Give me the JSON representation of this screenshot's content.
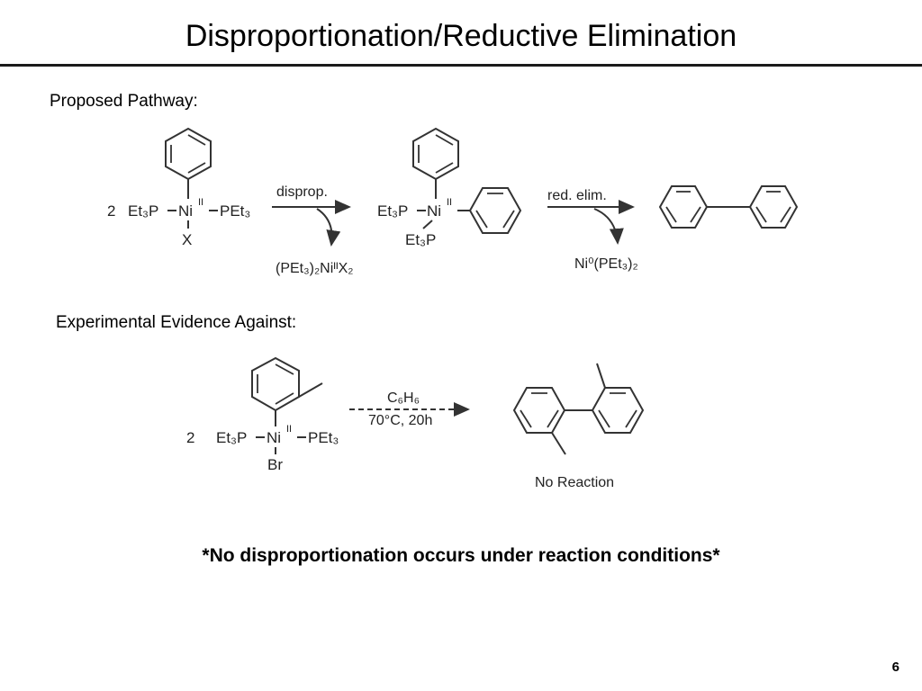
{
  "slide": {
    "title": "Disproportionation/Reductive Elimination",
    "page_number": "6",
    "conclusion": "*No disproportionation occurs under reaction conditions*"
  },
  "pathway": {
    "label": "Proposed Pathway:",
    "coefficient": "2",
    "left_ligand": "Et₃P",
    "metal": "Ni",
    "metal_oxidation": "II",
    "right_ligand": "PEt₃",
    "halide": "X",
    "step1_label": "disprop.",
    "step1_byproduct": "(PEt₃)₂NiᴵᴵX₂",
    "intermediate_ligand_left": "Et₃P",
    "intermediate_metal": "Ni",
    "intermediate_oxidation": "II",
    "intermediate_ligand_bottom": "Et₃P",
    "step2_label": "red. elim.",
    "step2_byproduct": "Ni⁰(PEt₃)₂"
  },
  "evidence": {
    "label": "Experimental Evidence Against:",
    "coefficient": "2",
    "left_ligand": "Et₃P",
    "metal": "Ni",
    "metal_oxidation": "II",
    "right_ligand": "PEt₃",
    "halide": "Br",
    "conditions_line1": "C₆H₆",
    "conditions_line2": "70°C, 20h",
    "result": "No Reaction"
  }
}
